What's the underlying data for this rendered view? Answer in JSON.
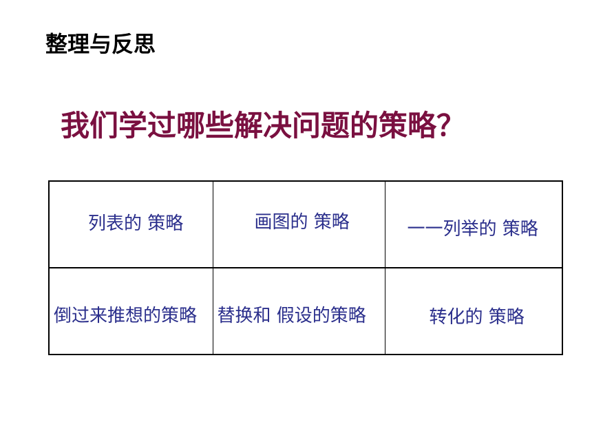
{
  "slide": {
    "section_title": "整理与反思",
    "question": "我们学过哪些解决问题的策略？"
  },
  "colors": {
    "question_text": "#7a1040",
    "cell_text": "#2b2f8c",
    "section_title": "#000000"
  },
  "strategies": {
    "rows": [
      [
        "列表的 策略",
        "画图的 策略",
        "一一列举的 策略"
      ],
      [
        "倒过来推想的策略",
        "替换和 假设的策略",
        "转化的 策略"
      ]
    ]
  }
}
